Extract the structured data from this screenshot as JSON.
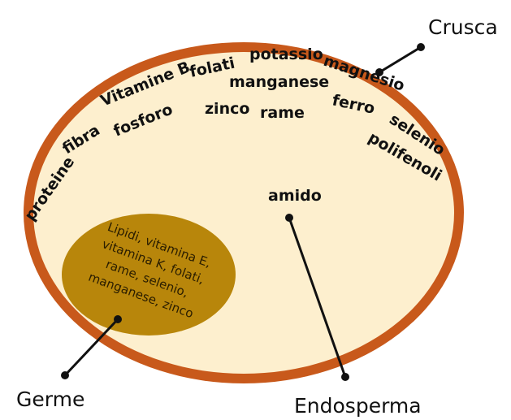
{
  "labels": {
    "bran": "Crusca",
    "germ": "Germe",
    "endosperm": "Endosperma"
  },
  "bran_nutrients": {
    "proteine": "proteine",
    "fibra": "fibra",
    "vitamine_b": "Vitamine B",
    "fosforo": "fosforo",
    "folati": "folati",
    "potassio": "potassio",
    "manganese": "manganese",
    "magnesio": "magnesio",
    "zinco": "zinco",
    "rame": "rame",
    "ferro": "ferro",
    "selenio": "selenio",
    "polifenoli": "polifenoli"
  },
  "endosperm_nutrient": "amido",
  "germ_nutrients": [
    "Lipidi, vitamina E,",
    "vitamina K, folati,",
    "rame, selenio,",
    "manganese, zinco"
  ],
  "colors": {
    "bran": "#c8591b",
    "endosperm": "#fdefce",
    "germ": "#b8860b",
    "text": "#111111"
  }
}
